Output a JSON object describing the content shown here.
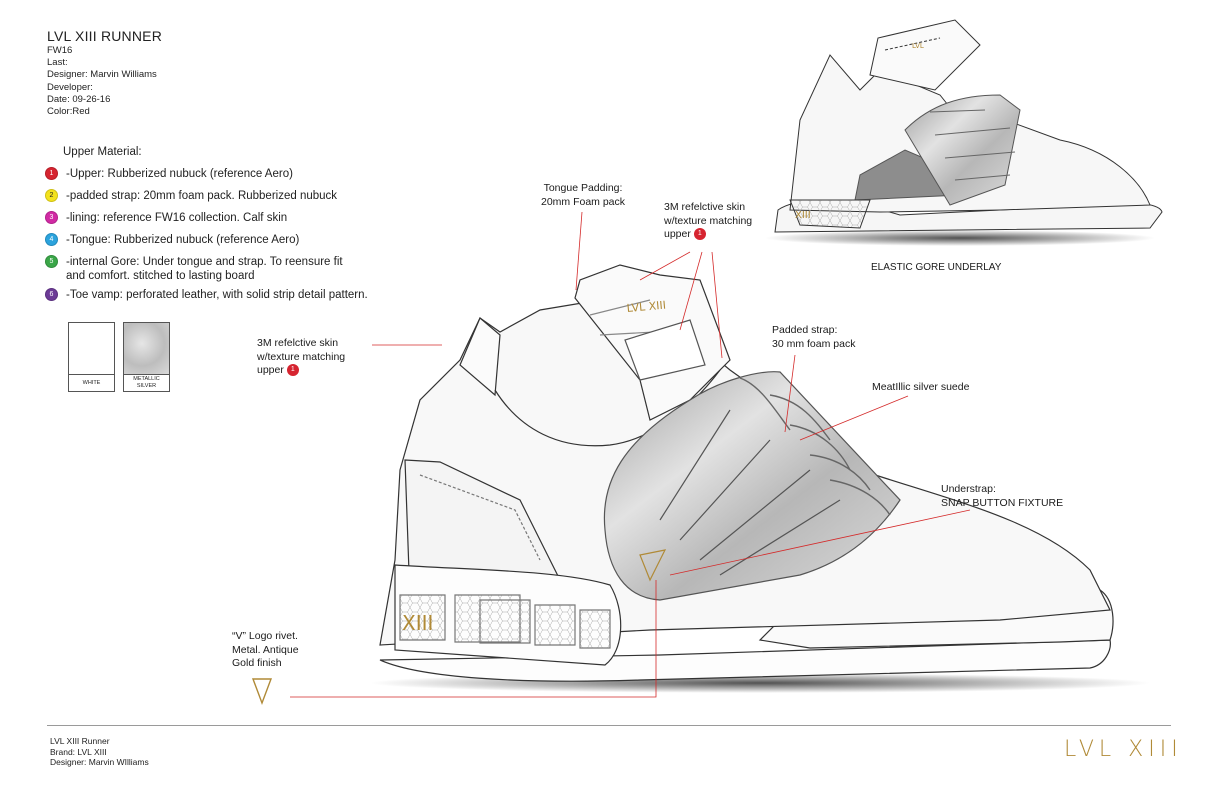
{
  "header": {
    "title": "LVL XIII RUNNER",
    "spec_lines": [
      "FW16",
      "Last:",
      "Designer: Marvin Williams",
      "Developer:",
      "Date:  09-26-16",
      "Color:Red"
    ]
  },
  "materials": {
    "heading": "Upper Material:",
    "items": [
      {
        "num": "1",
        "color": "#d62430",
        "text": "-Upper: Rubberized nubuck (reference Aero)"
      },
      {
        "num": "2",
        "color": "#f3e21d",
        "text": "-padded strap: 20mm foam pack. Rubberized nubuck"
      },
      {
        "num": "3",
        "color": "#d12aa4",
        "text": "-lining: reference FW16 collection. Calf skin"
      },
      {
        "num": "4",
        "color": "#2ba3dd",
        "text": "-Tongue: Rubberized nubuck (reference Aero)"
      },
      {
        "num": "5",
        "color": "#3aa648",
        "text": "-internal Gore: Under tongue and strap. To reensure fit",
        "text2": "and comfort. stitched to lasting board"
      },
      {
        "num": "6",
        "color": "#6c3a96",
        "text": "-Toe vamp: perforated leather, with solid strip detail pattern."
      }
    ]
  },
  "swatches": [
    {
      "label": "WHITE",
      "fill": "#ffffff"
    },
    {
      "label": "METALLIC SILVER",
      "fill": "#cfcfcf"
    }
  ],
  "callouts": {
    "tongue_padding": [
      "Tongue Padding:",
      "20mm Foam pack"
    ],
    "reflective_top": [
      "3M refelctive skin",
      "w/texture matching",
      "upper"
    ],
    "reflective_left": [
      "3M refelctive skin",
      "w/texture matching",
      "upper"
    ],
    "padded_strap": [
      "Padded strap:",
      "30 mm foam pack"
    ],
    "metallic_suede": "MeatIllic silver suede",
    "understrap": [
      "Understrap:",
      "SNAP BUTTON FIXTURE"
    ],
    "logo_rivet": [
      "“V” Logo rivet.",
      "Metal. Antique",
      "Gold finish"
    ],
    "elastic_gore": "ELASTIC GORE UNDERLAY",
    "badge_num": "1"
  },
  "footer": {
    "lines": [
      "LVL XIII Runner",
      "Brand: LVL XIII",
      "Designer: Marvin WIlliams"
    ],
    "brand_logo": "LVL XIII"
  },
  "colors": {
    "callout_line": "#d42a2a",
    "gold": "#b08a37",
    "sketch_stroke": "#333333",
    "suede": "#c7c7c7"
  }
}
